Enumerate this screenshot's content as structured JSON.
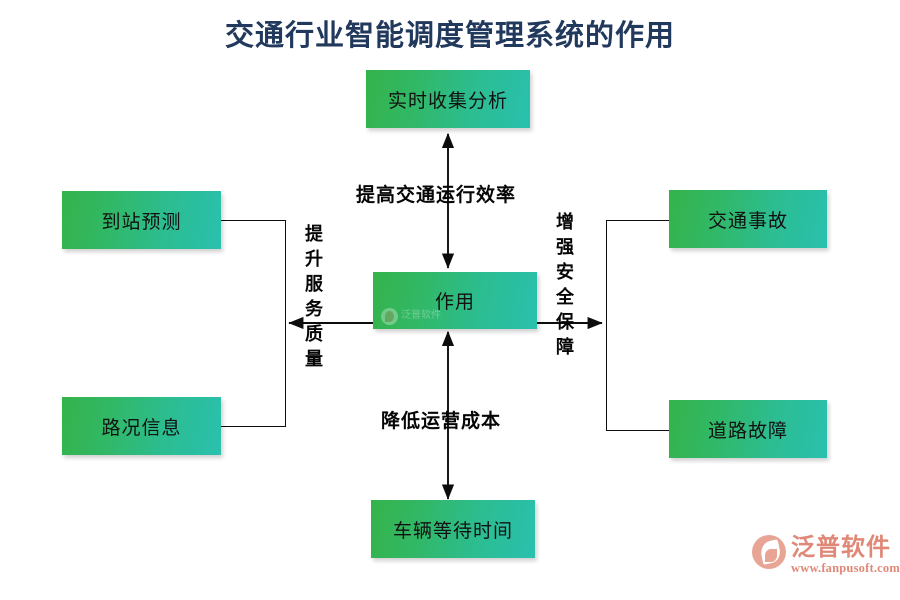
{
  "title": "交通行业智能调度管理系统的作用",
  "colors": {
    "title": "#22395e",
    "node_gradient_start": "#35b34a",
    "node_gradient_end": "#29c0ae",
    "connector": "#0d0d0d",
    "logo": "#e08878"
  },
  "center_node": {
    "label": "作用",
    "watermark_name": "泛普软件",
    "watermark_url": "www.fanpusoft.com"
  },
  "nodes": {
    "top": {
      "label": "实时收集分析"
    },
    "bottom": {
      "label": "车辆等待时间"
    },
    "left_top": {
      "label": "到站预测"
    },
    "left_bottom": {
      "label": "路况信息"
    },
    "right_top": {
      "label": "交通事故"
    },
    "right_bottom": {
      "label": "道路故障"
    }
  },
  "edge_labels": {
    "top": "提高交通运行效率",
    "bottom": "降低运营成本",
    "left": "提升服务质量",
    "right": "增强安全保障"
  },
  "logo": {
    "name": "泛普软件",
    "url": "www.fanpusoft.com"
  }
}
